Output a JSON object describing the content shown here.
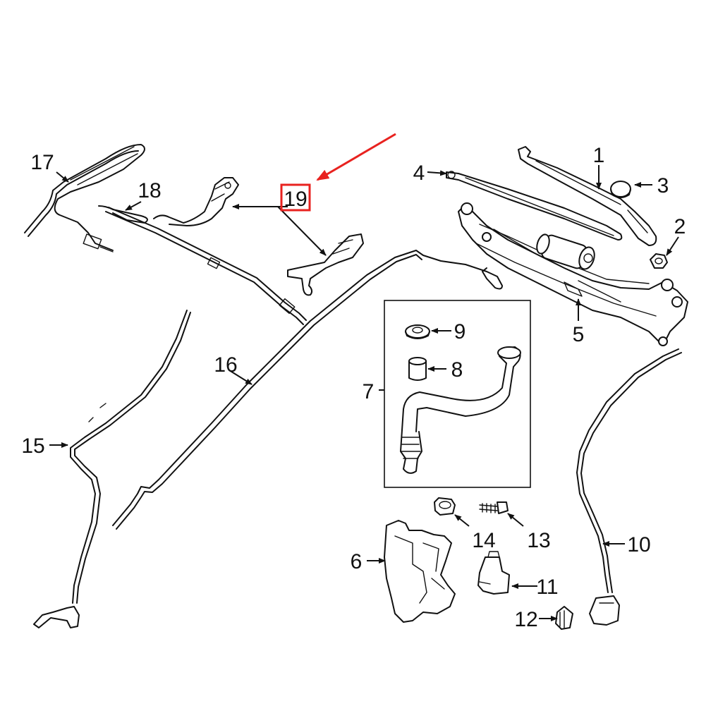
{
  "callouts": [
    {
      "id": "c1",
      "text": "1"
    },
    {
      "id": "c2",
      "text": "2"
    },
    {
      "id": "c3",
      "text": "3"
    },
    {
      "id": "c4",
      "text": "4"
    },
    {
      "id": "c5",
      "text": "5"
    },
    {
      "id": "c6",
      "text": "6"
    },
    {
      "id": "c7",
      "text": "7"
    },
    {
      "id": "c8",
      "text": "8"
    },
    {
      "id": "c9",
      "text": "9"
    },
    {
      "id": "c10",
      "text": "10"
    },
    {
      "id": "c11",
      "text": "11"
    },
    {
      "id": "c12",
      "text": "12"
    },
    {
      "id": "c13",
      "text": "13"
    },
    {
      "id": "c14",
      "text": "14"
    },
    {
      "id": "c15",
      "text": "15"
    },
    {
      "id": "c16",
      "text": "16"
    },
    {
      "id": "c17",
      "text": "17"
    },
    {
      "id": "c18",
      "text": "18"
    },
    {
      "id": "c19",
      "text": "19"
    }
  ],
  "highlight": {
    "callout": "19",
    "color": "#e8221f"
  },
  "colors": {
    "line": "#111111",
    "background": "#ffffff",
    "highlight": "#e8221f"
  }
}
